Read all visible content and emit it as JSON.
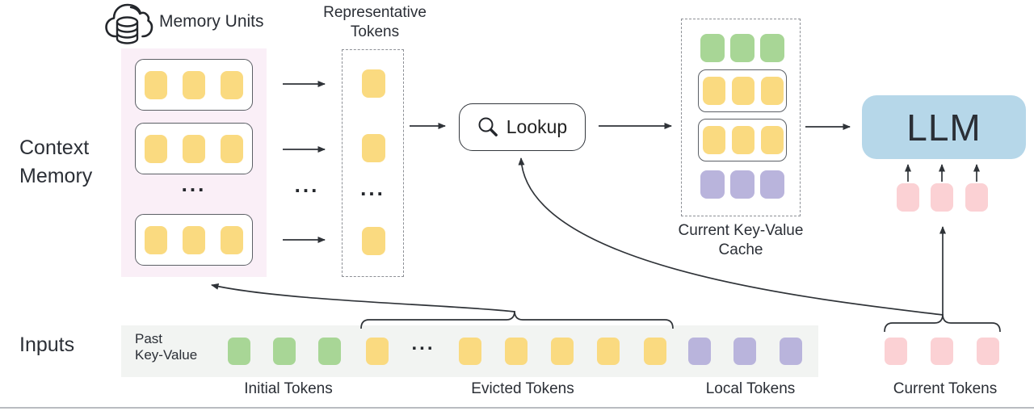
{
  "colors": {
    "yellow": "#fada80",
    "green": "#a8d696",
    "purple": "#b9b4dc",
    "pink": "#fbd1d4",
    "blue": "#b6d7e9",
    "memory-bg": "#faeff7",
    "band-bg": "#f2f4f2",
    "stroke": "#33373d",
    "text": "#2b2f36"
  },
  "ellipsis": "...",
  "header": {
    "memory_units": "Memory Units",
    "representative_line1": "Representative",
    "representative_line2": "Tokens"
  },
  "left_labels": {
    "context_line1": "Context",
    "context_line2": "Memory",
    "inputs": "Inputs"
  },
  "lookup": {
    "label": "Lookup"
  },
  "cache": {
    "label_line1": "Current Key-Value",
    "label_line2": "Cache"
  },
  "llm": {
    "label": "LLM"
  },
  "inputs_row": {
    "past_kv_line1": "Past",
    "past_kv_line2": "Key-Value"
  },
  "tokens": {
    "memory_unit_rows": 3,
    "tokens_per_unit": 3,
    "representative_count": 3,
    "cache_rows": [
      {
        "color": "green",
        "count": 3,
        "boxed": false
      },
      {
        "color": "yellow",
        "count": 3,
        "boxed": true
      },
      {
        "color": "yellow",
        "count": 3,
        "boxed": true
      },
      {
        "color": "purple",
        "count": 3,
        "boxed": false
      }
    ],
    "llm_input_tokens": {
      "color": "pink",
      "count": 3
    },
    "input_groups": [
      {
        "label": "Initial Tokens",
        "color": "green",
        "count": 3
      },
      {
        "label": "Evicted Tokens",
        "color": "yellow",
        "count": 6
      },
      {
        "label": "Local Tokens",
        "color": "purple",
        "count": 3
      },
      {
        "label": "Current Tokens",
        "color": "pink",
        "count": 3
      }
    ]
  }
}
